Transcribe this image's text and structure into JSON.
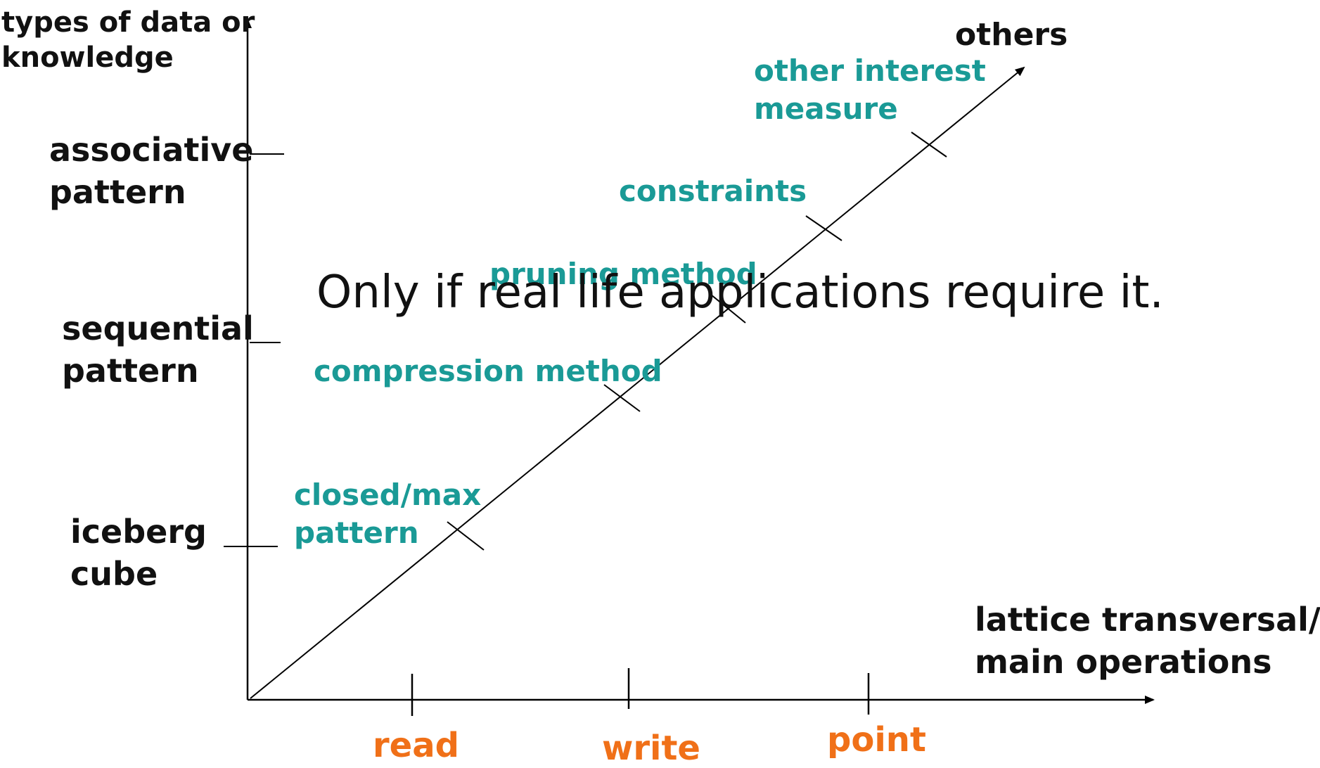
{
  "colors": {
    "axis": "#000000",
    "label_black": "#111111",
    "label_teal": "#1a9a96",
    "label_orange": "#f07018"
  },
  "y_axis": {
    "title_line1": "types of data or",
    "title_line2": "knowledge",
    "items": [
      {
        "line1": "associative",
        "line2": "pattern"
      },
      {
        "line1": "sequential",
        "line2": "pattern"
      },
      {
        "line1": "iceberg",
        "line2": "cube"
      }
    ]
  },
  "x_axis": {
    "title_line1": "lattice transversal/",
    "title_line2": "main operations",
    "items": [
      "read",
      "write",
      "point"
    ]
  },
  "diagonal": {
    "end_label": "others",
    "items": [
      {
        "line1": "closed/max",
        "line2": "pattern"
      },
      {
        "line1": "compression method",
        "line2": ""
      },
      {
        "line1": "pruning method",
        "line2": ""
      },
      {
        "line1": "constraints",
        "line2": ""
      },
      {
        "line1": "other interest",
        "line2": "measure"
      }
    ]
  },
  "overlay_text": "Only if real life applications require it."
}
